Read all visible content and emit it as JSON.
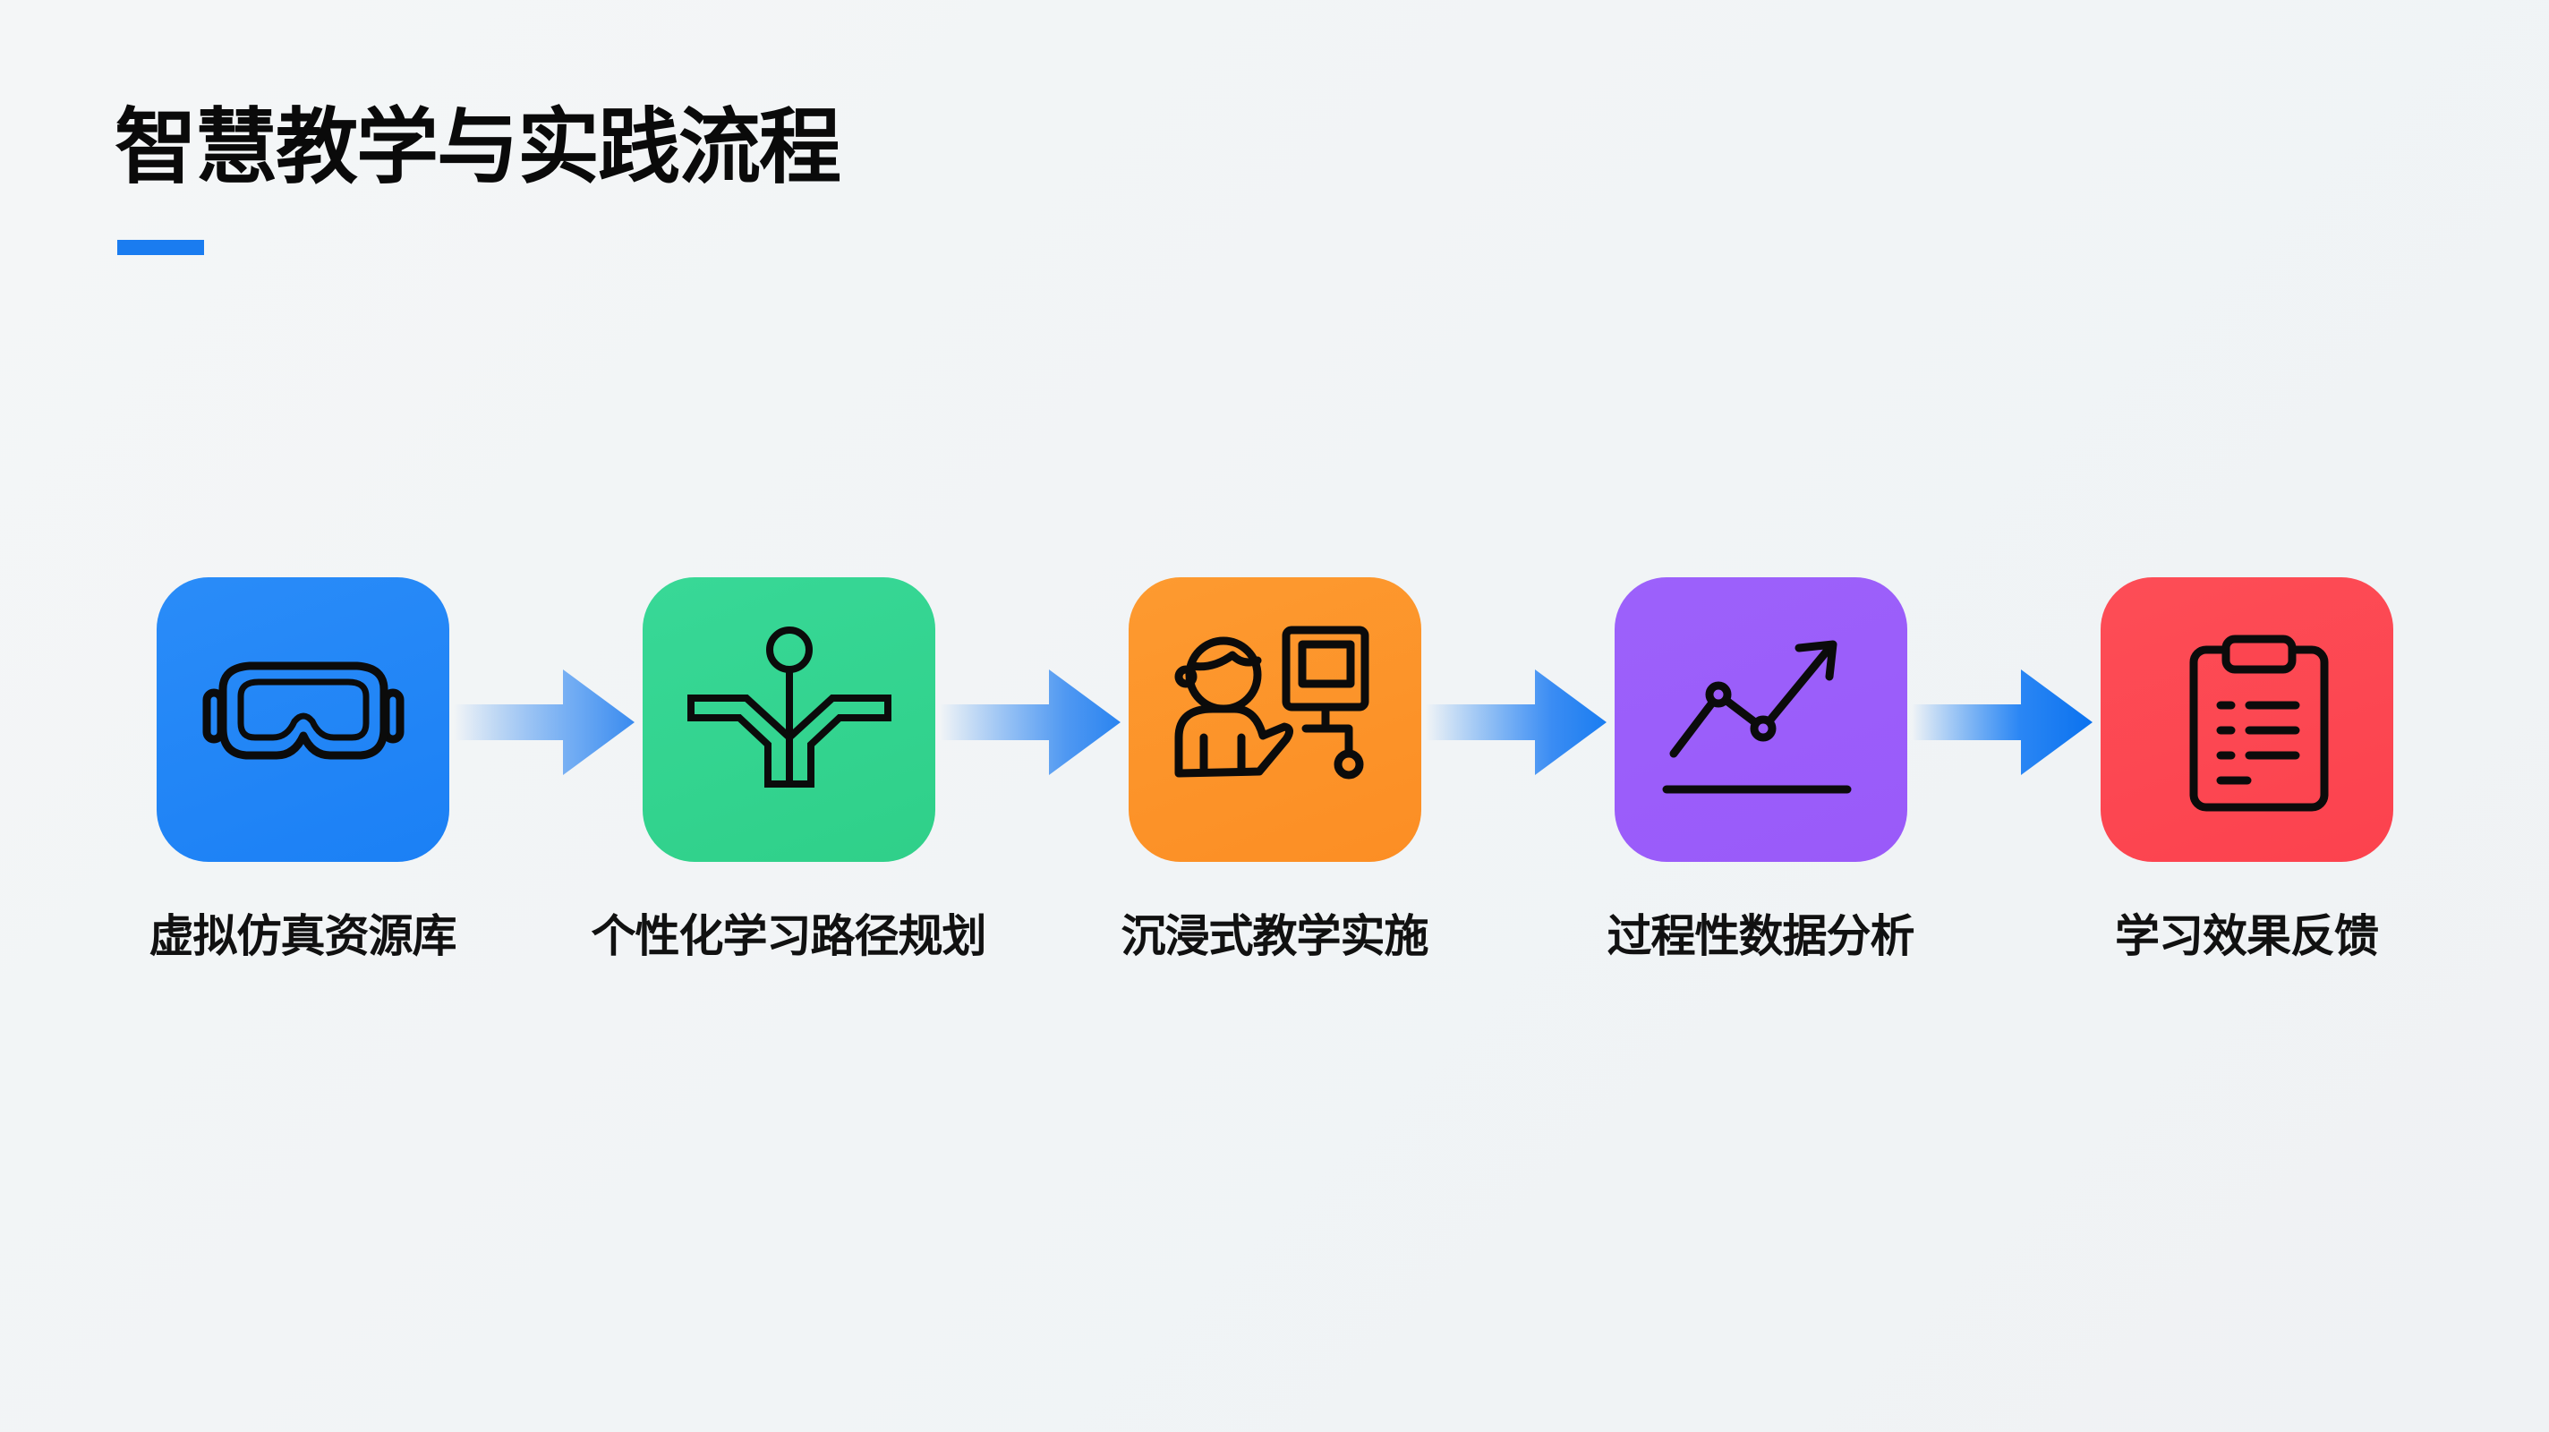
{
  "header": {
    "title": "智慧教学与实践流程",
    "accent_color": "#1a7cf0"
  },
  "steps": [
    {
      "label": "虚拟仿真资源库",
      "icon": "vr-goggles-icon",
      "color": "#1e86f7"
    },
    {
      "label": "个性化学习路径规划",
      "icon": "branching-path-icon",
      "color": "#33d48f"
    },
    {
      "label": "沉浸式教学实施",
      "icon": "teacher-screen-icon",
      "color": "#fd9228"
    },
    {
      "label": "过程性数据分析",
      "icon": "trend-chart-icon",
      "color": "#9b5cfb"
    },
    {
      "label": "学习效果反馈",
      "icon": "clipboard-list-icon",
      "color": "#fd4651"
    }
  ],
  "arrows": [
    {
      "icon": "arrow-right-icon",
      "color": "#4f98f0"
    },
    {
      "icon": "arrow-right-icon",
      "color": "#3a8ff2"
    },
    {
      "icon": "arrow-right-icon",
      "color": "#2485f3"
    },
    {
      "icon": "arrow-right-icon",
      "color": "#0f7af4"
    }
  ]
}
